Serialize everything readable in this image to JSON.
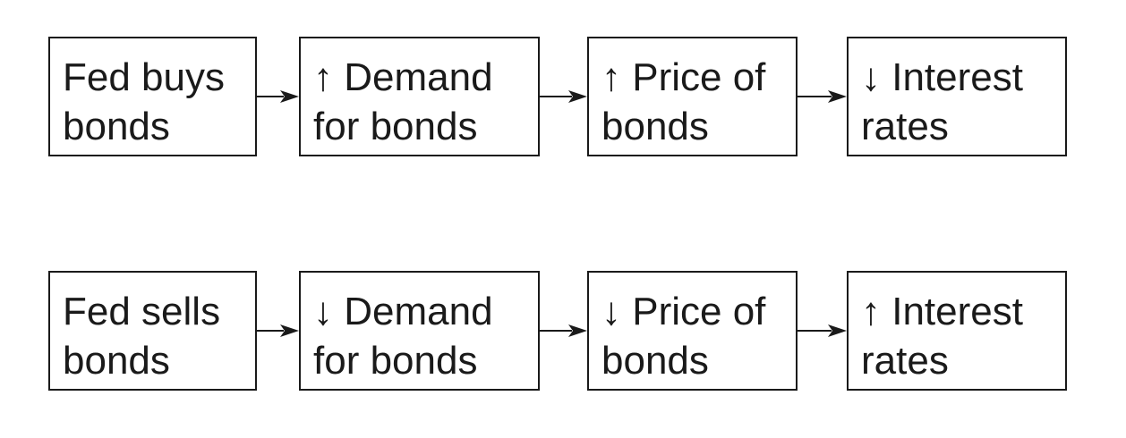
{
  "rows": [
    {
      "boxes": [
        {
          "line1": "Fed buys",
          "line2": "bonds"
        },
        {
          "line1": "↑ Demand",
          "line2": "for bonds"
        },
        {
          "line1": "↑ Price of",
          "line2": "bonds"
        },
        {
          "line1": "↓ Interest",
          "line2": "rates"
        }
      ]
    },
    {
      "boxes": [
        {
          "line1": "Fed sells",
          "line2": "bonds"
        },
        {
          "line1": "↓ Demand",
          "line2": "for bonds"
        },
        {
          "line1": "↓ Price of",
          "line2": "bonds"
        },
        {
          "line1": "↑ Interest",
          "line2": "rates"
        }
      ]
    }
  ],
  "colors": {
    "stroke": "#1a1a1a",
    "background": "#ffffff"
  },
  "connector_icon": "right-arrow-icon"
}
